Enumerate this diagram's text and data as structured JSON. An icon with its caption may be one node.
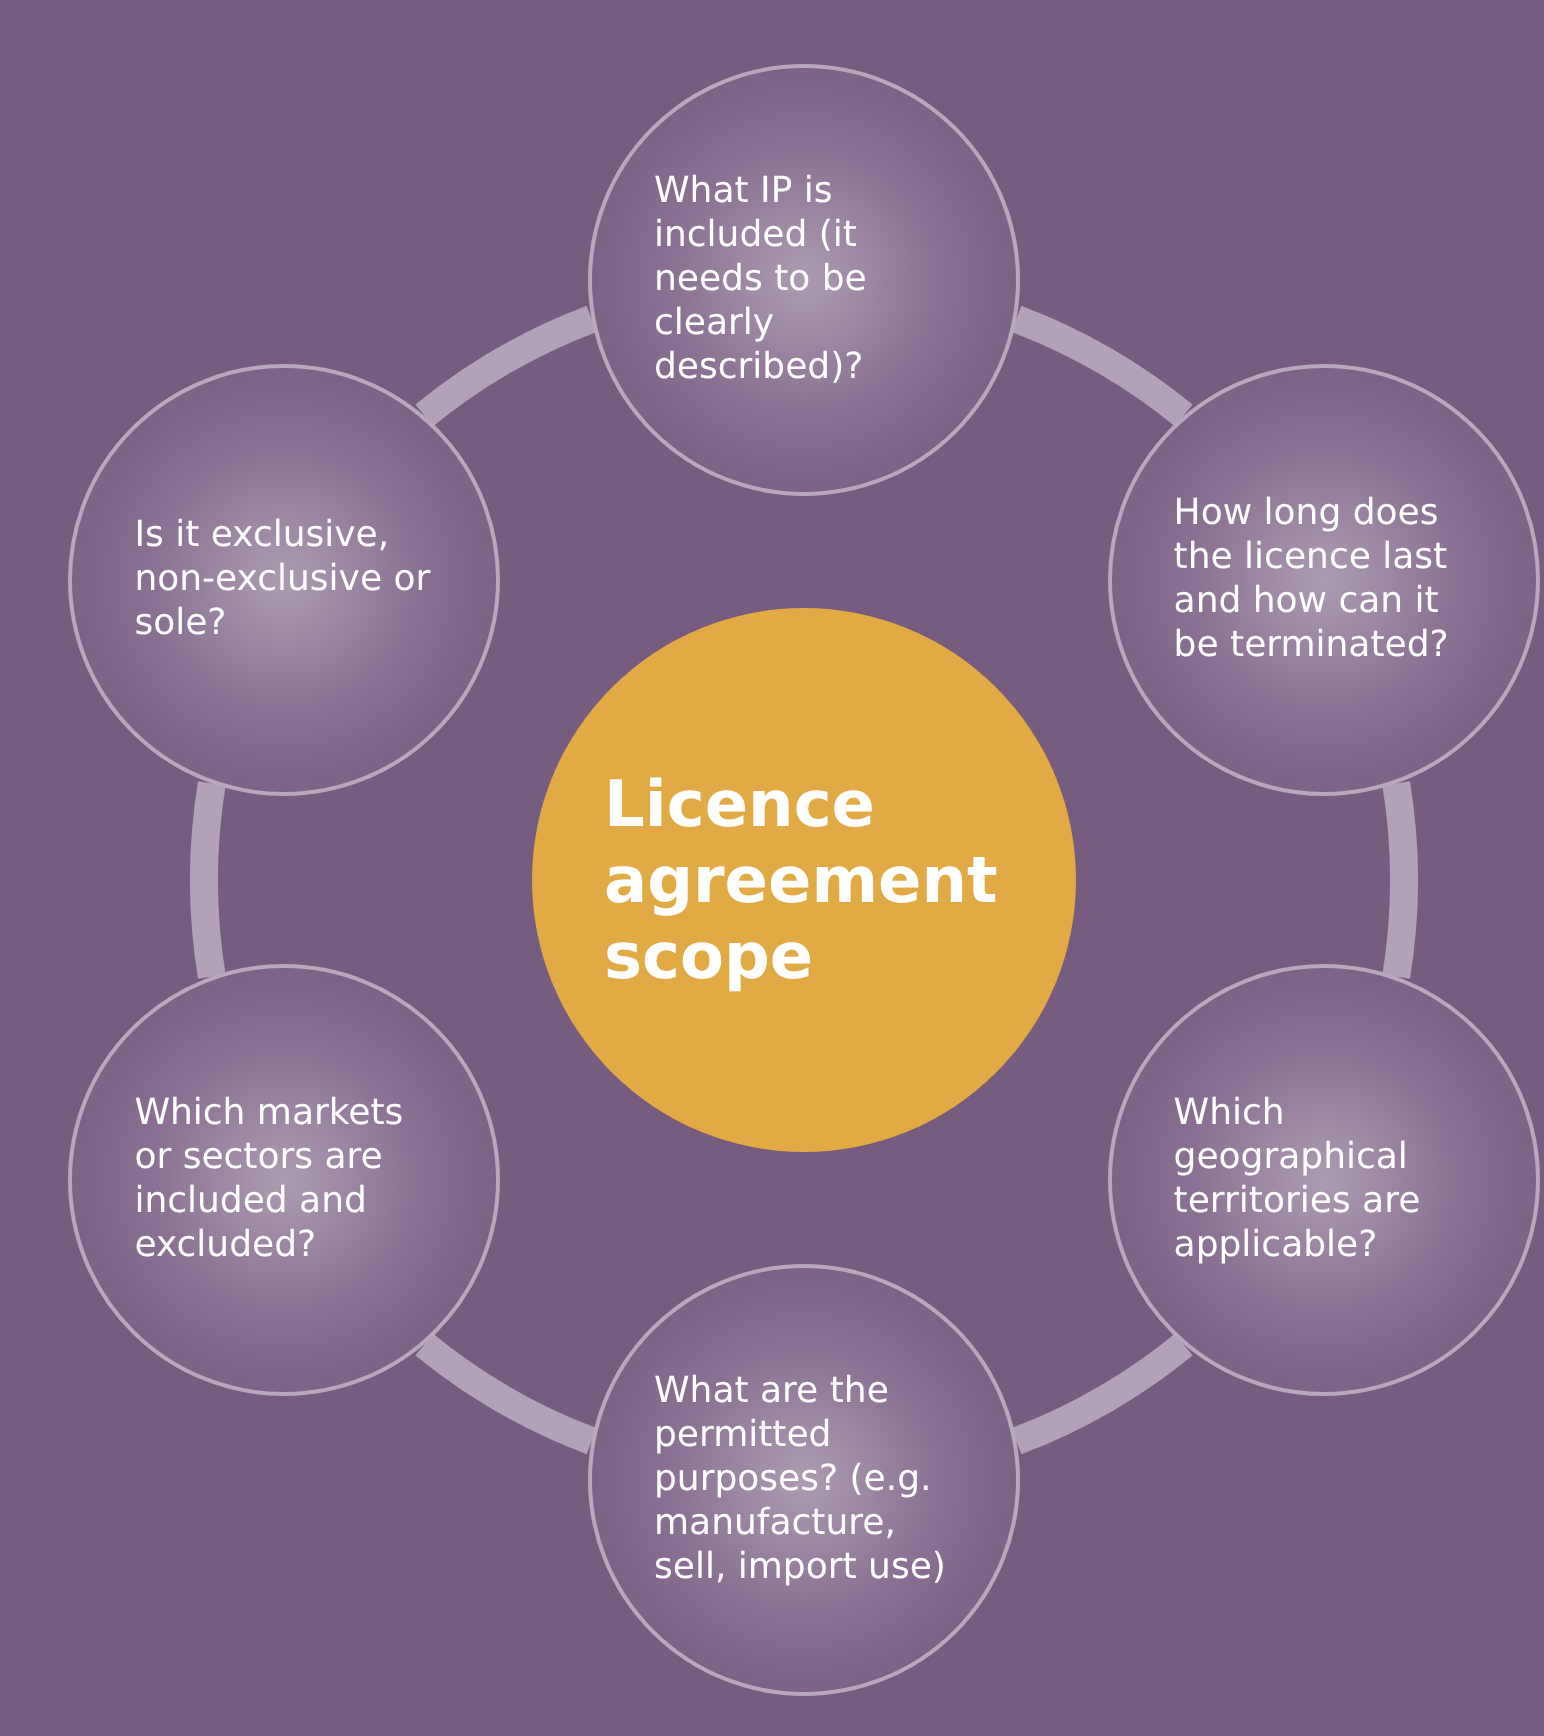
{
  "diagram": {
    "nodes": [
      {
        "text": [
          "What IP is included (it needs to be clearly described)?"
        ]
      },
      {
        "text": [
          "How long does the licence last and how can it be terminated?"
        ]
      },
      {
        "text": [
          "Which geographical territories are applicable?"
        ]
      },
      {
        "text": [
          "What are the permitted purposes? (e.g. manufacture, sell, import use)"
        ]
      },
      {
        "text": [
          "Which markets or sectors are included and excluded?"
        ]
      },
      {
        "text": [
          "Is it exclusive, non-exclusive or sole?"
        ]
      },
      {
        "text": [
          "Licence agreement scope"
        ]
      }
    ],
    "edges": [
      {
        "from": 0,
        "to": 1,
        "arrow": "none"
      },
      {
        "from": 1,
        "to": 2,
        "arrow": "none"
      },
      {
        "from": 2,
        "to": 3,
        "arrow": "none"
      },
      {
        "from": 3,
        "to": 4,
        "arrow": "none"
      },
      {
        "from": 4,
        "to": 5,
        "arrow": "none"
      },
      {
        "from": 5,
        "to": 0,
        "arrow": "none"
      }
    ]
  }
}
